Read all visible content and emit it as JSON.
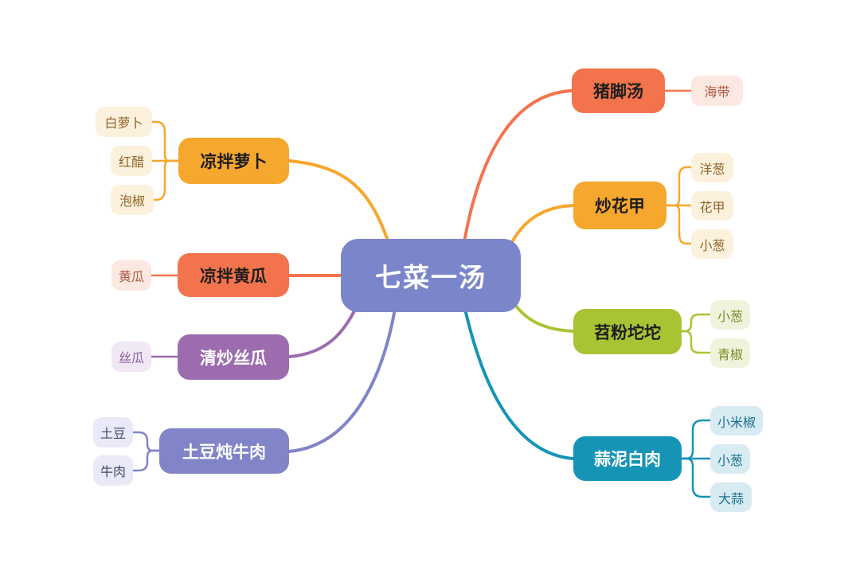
{
  "diagram": {
    "type": "mindmap",
    "root": {
      "label": "七菜一汤",
      "color": "#7b85c9",
      "text_color": "#ffffff"
    },
    "branches": [
      {
        "label": "猪脚汤",
        "side": "right",
        "color": "#f3744c",
        "child_color": "#fbe8e0",
        "child_text_color": "#ac5743",
        "children": [
          {
            "label": "海带"
          }
        ]
      },
      {
        "label": "炒花甲",
        "side": "right",
        "color": "#f6a72d",
        "child_color": "#fcf1dd",
        "child_text_color": "#8f6527",
        "children": [
          {
            "label": "洋葱"
          },
          {
            "label": "花甲"
          },
          {
            "label": "小葱"
          }
        ]
      },
      {
        "label": "苕粉坨坨",
        "side": "right",
        "color": "#a9c433",
        "child_color": "#eff3dc",
        "child_text_color": "#7c8a26",
        "children": [
          {
            "label": "小葱"
          },
          {
            "label": "青椒"
          }
        ]
      },
      {
        "label": "蒜泥白肉",
        "side": "right",
        "color": "#1694b6",
        "child_color": "#d8ebf3",
        "child_text_color": "#19708f",
        "children": [
          {
            "label": "小米椒"
          },
          {
            "label": "小葱"
          },
          {
            "label": "大蒜"
          }
        ]
      },
      {
        "label": "凉拌萝卜",
        "side": "left",
        "color": "#f6a72d",
        "child_color": "#fcf1dd",
        "child_text_color": "#8f6527",
        "children": [
          {
            "label": "白萝卜"
          },
          {
            "label": "红醋"
          },
          {
            "label": "泡椒"
          }
        ]
      },
      {
        "label": "凉拌黄瓜",
        "side": "left",
        "color": "#f3744c",
        "child_color": "#fbe8e0",
        "child_text_color": "#ac5743",
        "children": [
          {
            "label": "黄瓜"
          }
        ]
      },
      {
        "label": "清炒丝瓜",
        "side": "left",
        "color": "#9c6cae",
        "child_color": "#f0e8f4",
        "child_text_color": "#8a5c9e",
        "children": [
          {
            "label": "丝瓜"
          }
        ]
      },
      {
        "label": "土豆炖牛肉",
        "side": "left",
        "color": "#8184c7",
        "child_color": "#e9e9f7",
        "child_text_color": "#474768",
        "children": [
          {
            "label": "土豆"
          },
          {
            "label": "牛肉"
          }
        ]
      }
    ]
  }
}
